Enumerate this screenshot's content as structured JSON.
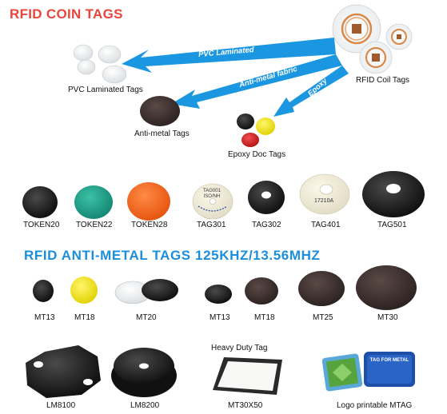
{
  "header": {
    "title": "RFID COIN TAGS"
  },
  "arrows": {
    "pvc": "PVC Laminated",
    "antimetal": "Anti-metal fabric",
    "epoxy": "Epoxy"
  },
  "top_labels": {
    "pvc_tags": "PVC Laminated Tags",
    "rfid_coil": "RFID Coil Tags",
    "antimetal_tags": "Anti-metal Tags",
    "epoxy_doc": "Epoxy Doc Tags"
  },
  "row1": [
    "TOKEN20",
    "TOKEN22",
    "TOKEN28",
    "TAG301",
    "TAG302",
    "TAG401",
    "TAG501"
  ],
  "tag_prints": {
    "tag301_line1": "TAG001",
    "tag301_line2": "ISO/NH",
    "tag401": "17210A"
  },
  "section2": {
    "title": "RFID ANTI-METAL TAGS  125KHZ/13.56MHZ"
  },
  "row2": [
    "MT13",
    "MT18",
    "MT20",
    "MT13",
    "MT18",
    "MT25",
    "MT30"
  ],
  "row3": {
    "heavy_duty": "Heavy Duty Tag",
    "lm8100": "LM8100",
    "lm8200": "LM8200",
    "mt30x50": "MT30X50",
    "logo_mtag": "Logo printable MTAG"
  },
  "logo_tag_text": "TAG FOR METAL",
  "colors": {
    "title_red": "#e8453c",
    "title_blue": "#1b8fdc",
    "arrow_blue": "#1a97e0",
    "token22_teal": "#1aa38c",
    "token28_orange": "#f4661b",
    "epoxy_yellow": "#f5e400",
    "epoxy_red": "#d61a1a"
  }
}
